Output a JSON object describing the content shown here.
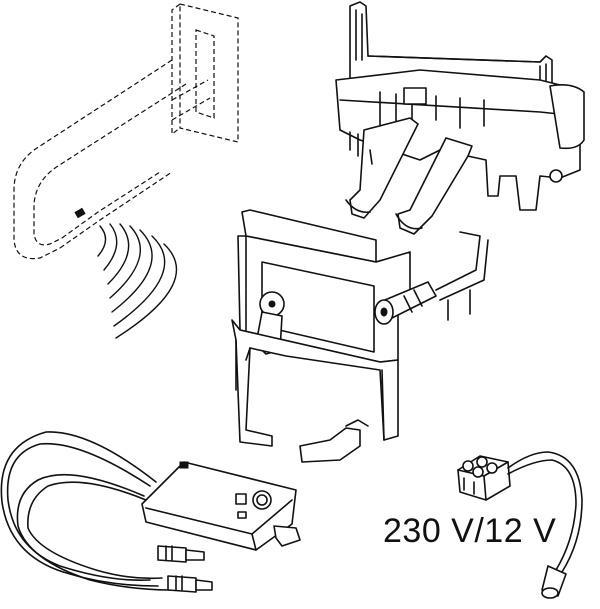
{
  "labels": {
    "voltage": "230 V/12 V"
  },
  "parts": [
    {
      "id": "grab-bar-sensor",
      "icon": "dashed-grab-bar-with-ir-sensor"
    },
    {
      "id": "flush-actuator-mechanism",
      "icon": "lever-mechanism"
    },
    {
      "id": "solenoid-valve-unit",
      "icon": "valve-housing-with-lever"
    },
    {
      "id": "control-box",
      "icon": "electronic-box-with-cables"
    },
    {
      "id": "power-connector",
      "icon": "terminal-block-with-cable"
    }
  ],
  "colors": {
    "line": "#111111",
    "background": "#ffffff"
  }
}
